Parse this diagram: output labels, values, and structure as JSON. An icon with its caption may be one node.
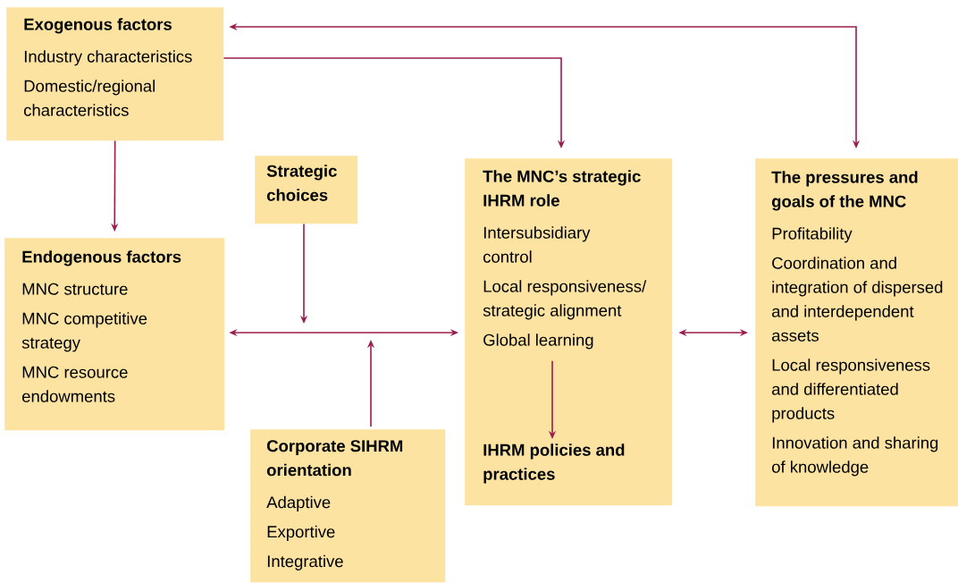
{
  "diagram": {
    "nodes": [
      {
        "text": [
          "Exogenous factors",
          "Industry characteristics",
          "Domestic/regional characteristics"
        ]
      },
      {
        "text": [
          "Endogenous factors",
          "MNC structure",
          "MNC competitive strategy",
          "MNC resource endowments"
        ]
      },
      {
        "text": [
          "Strategic choices"
        ]
      },
      {
        "text": [
          "Corporate SIHRM orientation",
          "Adaptive",
          "Exportive",
          "Integrative"
        ]
      },
      {
        "text": [],
        "shape": "box"
      },
      {
        "text": [
          "The MNC’s strategic IHRM role",
          "Intersubsidiary control",
          "Local responsiveness/ strategic alignment",
          "Global learning"
        ],
        "in": 4
      },
      {
        "text": [
          "IHRM policies and practices"
        ],
        "in": 4
      },
      {
        "text": [
          "The pressures and goals of the MNC",
          "Profitability",
          "Coordination and integration of dispersed and interdependent assets",
          "Local responsiveness and differentiated products",
          "Innovation and sharing of knowledge"
        ]
      }
    ],
    "edges": [
      {
        "from": 0,
        "to": 1,
        "arrow": "to"
      },
      {
        "from": 0,
        "to": 4,
        "arrow": "to"
      },
      {
        "from": 0,
        "to": 7,
        "arrow": "both"
      },
      {
        "from": 1,
        "to": 4,
        "arrow": "both"
      },
      {
        "from": 2,
        "to": null,
        "arrow": "to"
      },
      {
        "from": 3,
        "to": null,
        "arrow": "to"
      },
      {
        "from": 4,
        "to": 7,
        "arrow": "both"
      },
      {
        "from": 5,
        "to": 6,
        "arrow": "to"
      }
    ]
  }
}
